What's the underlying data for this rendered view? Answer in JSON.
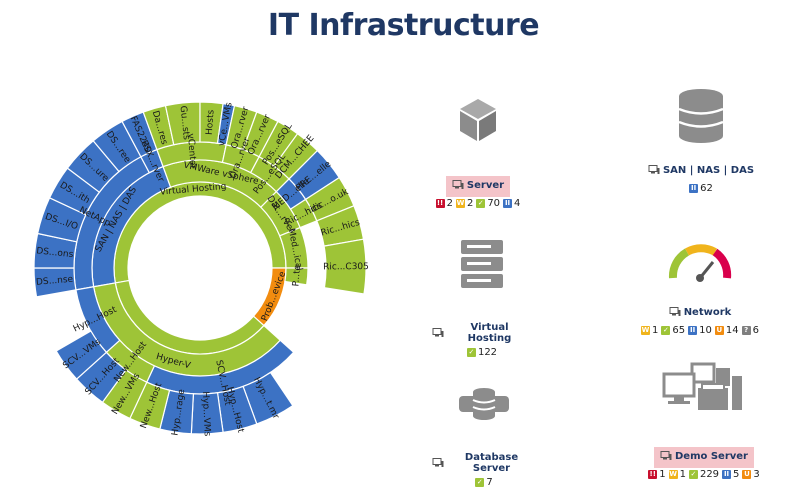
{
  "title": "IT Infrastructure",
  "colors": {
    "blue": "#3c72c4",
    "green": "#9ec437",
    "orange": "#f28c0f",
    "critical": "#c8102e",
    "warning": "#f0b41c",
    "ok": "#9ec437",
    "maintenance": "#3c72c4",
    "unknown_orange": "#f28c0f",
    "grey": "#7f7f7f"
  },
  "sunburst": {
    "ring1": [
      {
        "label": "Virtual Hosting",
        "color": "green"
      },
      {
        "label": "Prob...evice",
        "color": "orange"
      }
    ],
    "ring2": [
      {
        "label": "SAN | NAS | DAS",
        "color": "blue"
      },
      {
        "label": "VMWare vSphere",
        "color": "green"
      },
      {
        "label": "Dat...rver",
        "color": "green"
      },
      {
        "label": "Med...ical",
        "color": "green"
      },
      {
        "label": "P...te",
        "color": "green"
      },
      {
        "label": "Hyper-V",
        "color": "green"
      }
    ],
    "ring3": [
      {
        "label": "NetApp",
        "color": "blue"
      },
      {
        "label": "ESX...rver",
        "color": "blue"
      },
      {
        "label": "vCenter",
        "color": "green"
      },
      {
        "label": "Ora...rver",
        "color": "green"
      },
      {
        "label": "Pos...eSQL",
        "color": "green"
      },
      {
        "label": "MED...elle",
        "color": "blue"
      },
      {
        "label": "Ric...hics",
        "color": "green"
      },
      {
        "label": "SCV...Host",
        "color": "blue"
      },
      {
        "label": "New...Host",
        "color": "green"
      },
      {
        "label": "Hyp...Host",
        "color": "blue"
      }
    ],
    "ring4": [
      {
        "label": "DS...nse",
        "color": "blue"
      },
      {
        "label": "DS...ons",
        "color": "blue"
      },
      {
        "label": "DS...I/O",
        "color": "blue"
      },
      {
        "label": "DS...ith",
        "color": "blue"
      },
      {
        "label": "DS...ure",
        "color": "blue"
      },
      {
        "label": "DS...ree",
        "color": "blue"
      },
      {
        "label": "FAS2240",
        "color": "blue"
      },
      {
        "label": "Da...res",
        "color": "green"
      },
      {
        "label": "Gu...sts",
        "color": "green"
      },
      {
        "label": "Hosts",
        "color": "green"
      },
      {
        "label": "vCe...VMs",
        "color": "blue"
      },
      {
        "label": "Ora...rver",
        "color": "green"
      },
      {
        "label": "Ora...rver",
        "color": "green"
      },
      {
        "label": "Pos...eSQL",
        "color": "green"
      },
      {
        "label": "DCM...CHEE",
        "color": "green"
      },
      {
        "label": "PRE...elle",
        "color": "blue"
      },
      {
        "label": "dic...o.uk",
        "color": "green"
      },
      {
        "label": "Ric...hics",
        "color": "green"
      },
      {
        "label": "Ric...C305",
        "color": "green"
      },
      {
        "label": "Hyp...t.mr",
        "color": "blue"
      },
      {
        "label": "Hyp...Host",
        "color": "blue"
      },
      {
        "label": "Hyp...VMs",
        "color": "blue"
      },
      {
        "label": "Hyp...rage",
        "color": "blue"
      },
      {
        "label": "New...Host",
        "color": "green"
      },
      {
        "label": "New...VMs",
        "color": "green"
      },
      {
        "label": "SCV...Host",
        "color": "blue"
      },
      {
        "label": "SCV...VMs",
        "color": "blue"
      }
    ]
  },
  "tiles": {
    "server": {
      "name": "Server",
      "badges": [
        {
          "type": "critical",
          "count": "2"
        },
        {
          "type": "warning",
          "count": "2"
        },
        {
          "type": "ok",
          "count": "70"
        },
        {
          "type": "maintenance",
          "count": "4"
        }
      ]
    },
    "san": {
      "name": "SAN | NAS | DAS",
      "badges": [
        {
          "type": "maintenance",
          "count": "62"
        }
      ]
    },
    "virtual_hosting": {
      "name": "Virtual Hosting",
      "badges": [
        {
          "type": "ok",
          "count": "122"
        }
      ]
    },
    "network": {
      "name": "Network",
      "badges": [
        {
          "type": "warning",
          "count": "1"
        },
        {
          "type": "ok",
          "count": "65"
        },
        {
          "type": "maintenance",
          "count": "10"
        },
        {
          "type": "unknown",
          "count": "14"
        },
        {
          "type": "grey",
          "count": "6"
        }
      ]
    },
    "database": {
      "name": "Database Server",
      "badges": [
        {
          "type": "ok",
          "count": "7"
        }
      ]
    },
    "demo": {
      "name": "Demo Server",
      "badges": [
        {
          "type": "critical",
          "count": "1"
        },
        {
          "type": "warning",
          "count": "1"
        },
        {
          "type": "ok",
          "count": "229"
        },
        {
          "type": "maintenance",
          "count": "5"
        },
        {
          "type": "unknown",
          "count": "3"
        }
      ]
    }
  }
}
